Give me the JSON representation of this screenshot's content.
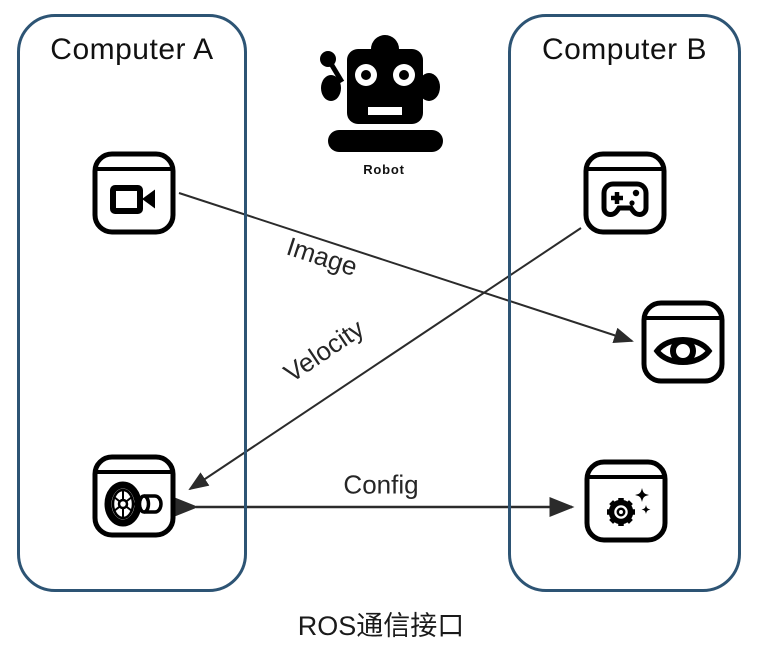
{
  "diagram": {
    "caption": "ROS通信接口",
    "boxes": {
      "a": {
        "title": "Computer A"
      },
      "b": {
        "title": "Computer B"
      }
    },
    "robot": {
      "label": "Robot"
    },
    "arrows": {
      "image_label": "Image",
      "velocity_label": "Velocity",
      "config_label": "Config"
    },
    "icons": {
      "computer_a": [
        "video-camera-icon",
        "motor-wheel-icon"
      ],
      "computer_b": [
        "gamepad-icon",
        "eye-icon",
        "gear-sparkle-icon"
      ],
      "center": "robot-icon"
    },
    "colors": {
      "box_border": "#2d5474",
      "line": "#2b2b2b",
      "icon": "#000000",
      "text": "#1a1a1a"
    }
  }
}
